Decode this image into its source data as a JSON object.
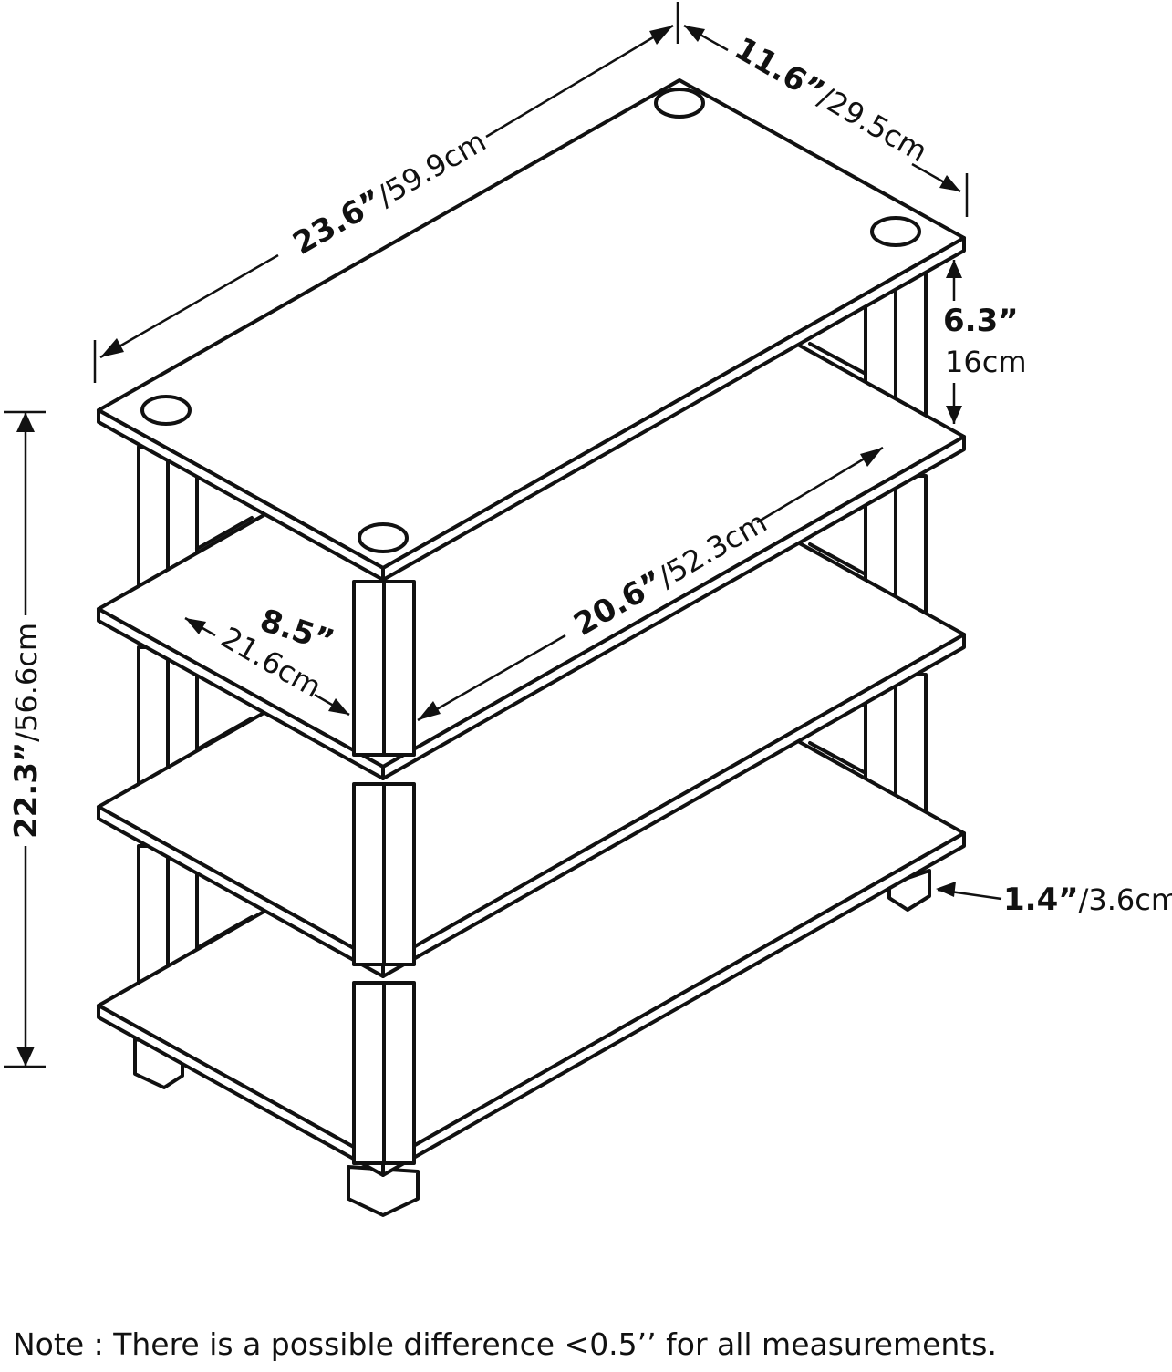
{
  "dimensions": {
    "width": {
      "inch": "23.6”",
      "cm": "/59.9cm"
    },
    "depth": {
      "inch": "11.6”",
      "cm": "/29.5cm"
    },
    "shelf_gap": {
      "inch": "6.3”",
      "cm": "16cm"
    },
    "inner_width": {
      "inch": "20.6”",
      "cm": "/52.3cm"
    },
    "inner_depth": {
      "inch": "8.5”",
      "cm": "21.6cm"
    },
    "height": {
      "inch": "22.3”",
      "cm": "/56.6cm"
    },
    "foot_height": {
      "inch": "1.4”",
      "cm": "/3.6cm"
    }
  },
  "note": "Note : There is a possible difference <0.5’’ for all measurements."
}
